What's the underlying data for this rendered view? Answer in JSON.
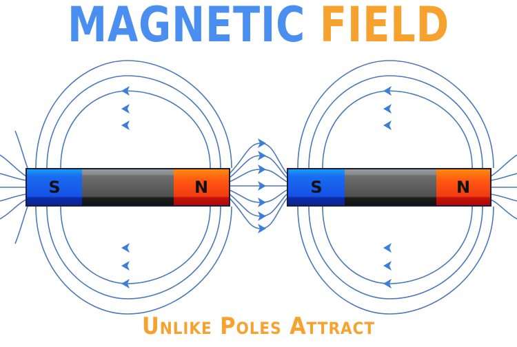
{
  "title": {
    "word1": "MAGNETIC",
    "word2": "FIELD",
    "color1": "#4a8ef0",
    "color2": "#f7a12e"
  },
  "subtitle": "Unlike Poles Attract",
  "magnets": [
    {
      "left_pole": "S",
      "right_pole": "N"
    },
    {
      "left_pole": "S",
      "right_pole": "N"
    }
  ],
  "colors": {
    "field_line": "#4a78b8",
    "arrow": "#3c7fd8",
    "south_pole": "#1a6cf0",
    "north_pole": "#ff5a12",
    "core": "#5a5a5a"
  }
}
